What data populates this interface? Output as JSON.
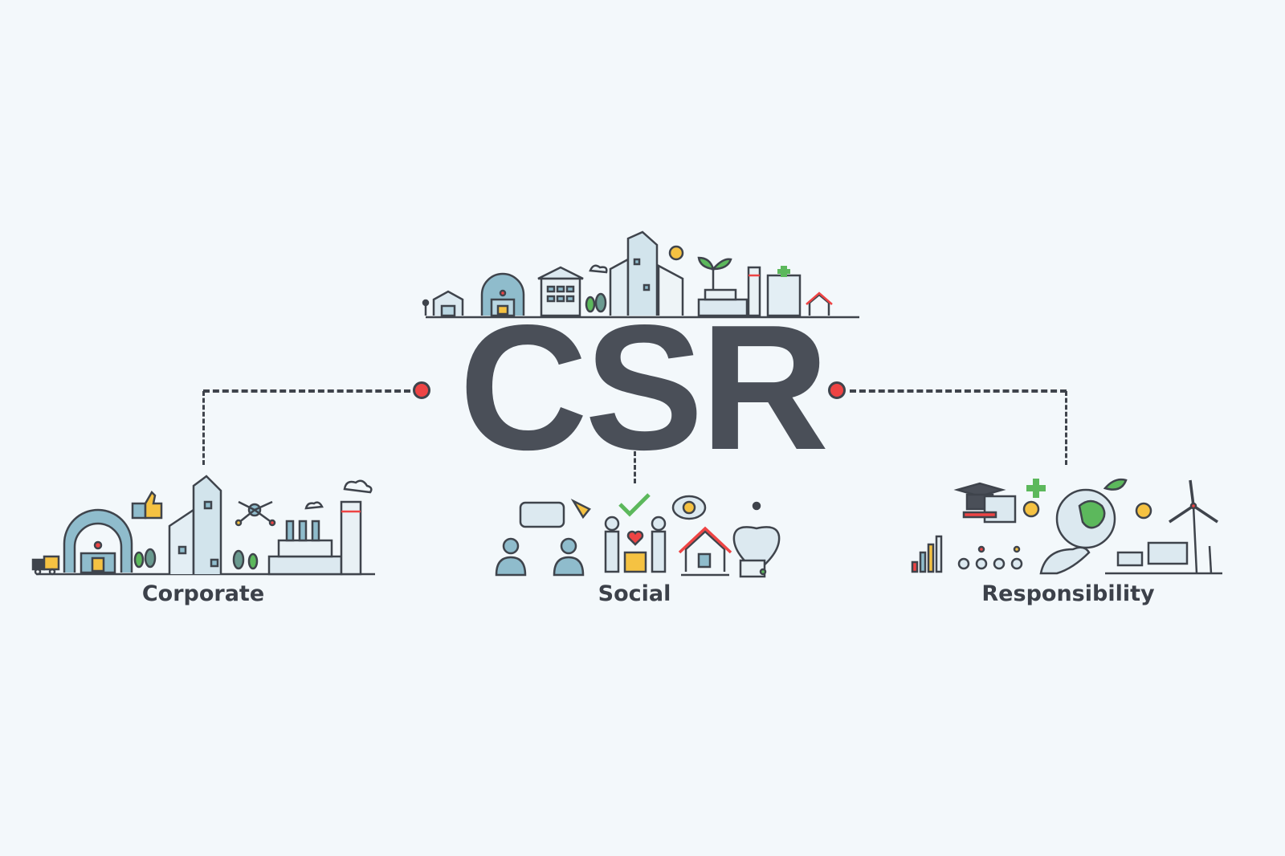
{
  "diagram": {
    "title": "CSR",
    "branches": [
      {
        "label": "Corporate",
        "icons": [
          "warehouse-icon",
          "delivery-truck-icon",
          "thumbs-up-icon",
          "office-tower-icon",
          "network-icon",
          "tree-icon",
          "factory-icon",
          "cloud-icon"
        ]
      },
      {
        "label": "Social",
        "icons": [
          "chat-bubble-icon",
          "people-icon",
          "megaphone-icon",
          "checkmark-icon",
          "giving-hands-icon",
          "heart-icon",
          "box-icon",
          "smile-bubble-icon",
          "house-icon",
          "handshake-heart-icon",
          "certificate-icon"
        ]
      },
      {
        "label": "Responsibility",
        "icons": [
          "growth-chart-icon",
          "graduation-cap-icon",
          "blueprint-icon",
          "lightbulb-icon",
          "team-network-icon",
          "plus-icon",
          "globe-in-hand-icon",
          "leaf-icon",
          "sun-icon",
          "solar-panel-icon",
          "wind-turbine-icon"
        ]
      }
    ],
    "skyline_icons": [
      "person-icon",
      "market-icon",
      "truck-icon",
      "warehouse-icon",
      "bank-icon",
      "tree-icon",
      "skyscraper-icon",
      "sun-icon",
      "cloud-icon",
      "plant-icon",
      "factory-icon",
      "hospital-icon",
      "house-icon",
      "megaphone-icon"
    ]
  },
  "colors": {
    "background": "#f3f8fb",
    "text": "#4a4f58",
    "accent_red": "#ee4444",
    "accent_blue": "#8fbccc",
    "accent_green": "#5cb85c",
    "accent_yellow": "#f5c242"
  }
}
